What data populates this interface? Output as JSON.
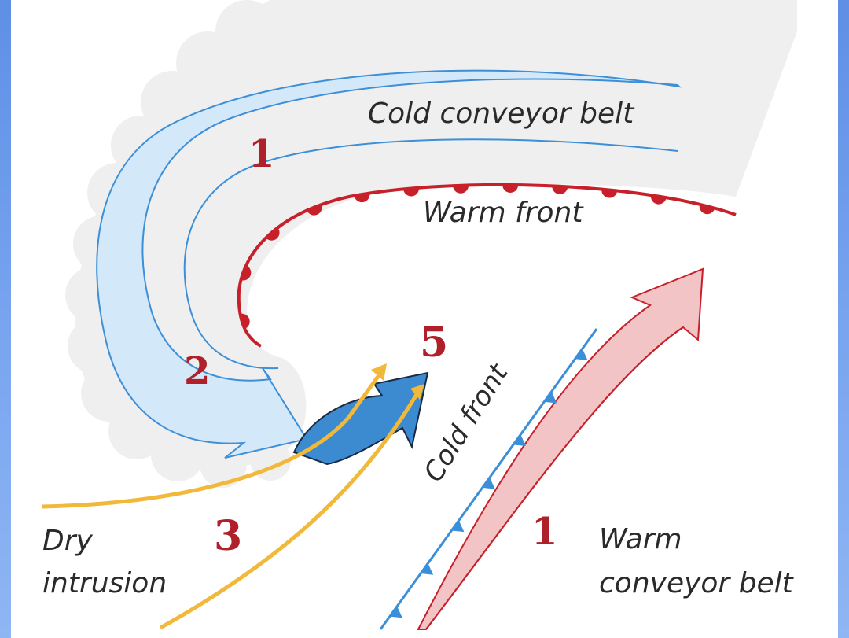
{
  "labels": {
    "cold_conveyor_belt": "Cold conveyor belt",
    "warm_front": "Warm front",
    "cold_front": "Cold front",
    "dry_intrusion_line1": "Dry",
    "dry_intrusion_line2": "intrusion",
    "warm_conveyor_belt_line1": "Warm",
    "warm_conveyor_belt_line2": "conveyor belt"
  },
  "markers": {
    "ccb_number": "1",
    "hook_number": "2",
    "dry_number": "3",
    "center_number": "5",
    "wcb_number": "1"
  },
  "colors": {
    "cloud": "#efefef",
    "cold_belt_fill": "#d3e8f8",
    "cold_belt_stroke": "#3d8fd8",
    "warm_front": "#c8202a",
    "cold_front": "#3a8fd8",
    "warm_belt_fill": "#f2c4c6",
    "warm_belt_stroke": "#c8202a",
    "dry_intrusion": "#f2b83a",
    "sting_jet": "#3c8ad0",
    "number_red": "#b0202a"
  }
}
